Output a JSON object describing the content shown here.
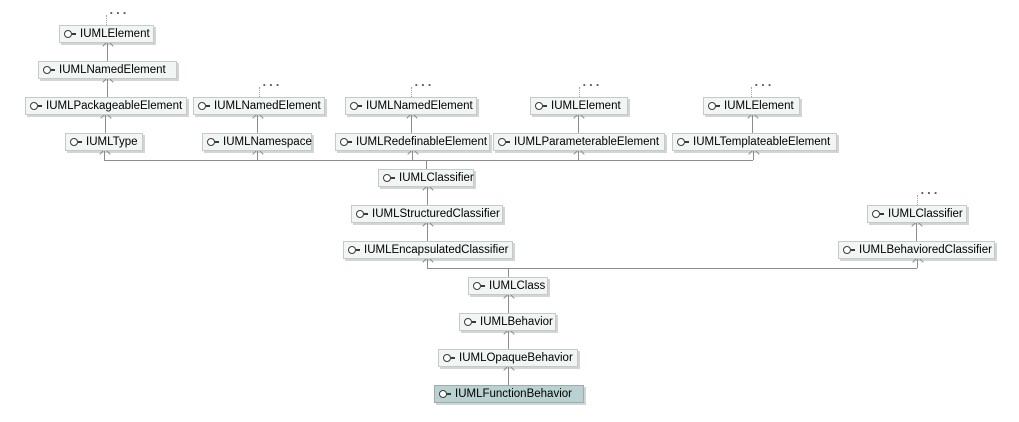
{
  "diagram": {
    "kind": "uml-interface-inheritance-hierarchy",
    "ellipsis": "...",
    "selected_node": "IUMLFunctionBehavior",
    "colors": {
      "background": "#ffffff",
      "node_fill": "#f1f6f5",
      "node_border": "#c4cac9",
      "selected_node_fill": "#b9d1d0",
      "selected_node_border": "#9badac",
      "connector": "#8c8c8c",
      "icon": "#3a3a3a",
      "text": "#000000"
    },
    "nodes": [
      {
        "id": "element-1",
        "label": "IUMLElement",
        "more_parents": true,
        "selected": false
      },
      {
        "id": "namedelement-1",
        "label": "IUMLNamedElement",
        "more_parents": false,
        "selected": false
      },
      {
        "id": "packageableelement",
        "label": "IUMLPackageableElement",
        "more_parents": false,
        "selected": false
      },
      {
        "id": "namedelement-2",
        "label": "IUMLNamedElement",
        "more_parents": true,
        "selected": false
      },
      {
        "id": "namedelement-3",
        "label": "IUMLNamedElement",
        "more_parents": true,
        "selected": false
      },
      {
        "id": "element-2",
        "label": "IUMLElement",
        "more_parents": true,
        "selected": false
      },
      {
        "id": "element-3",
        "label": "IUMLElement",
        "more_parents": true,
        "selected": false
      },
      {
        "id": "type",
        "label": "IUMLType",
        "more_parents": false,
        "selected": false
      },
      {
        "id": "namespace",
        "label": "IUMLNamespace",
        "more_parents": false,
        "selected": false
      },
      {
        "id": "redefinableelement",
        "label": "IUMLRedefinableElement",
        "more_parents": false,
        "selected": false
      },
      {
        "id": "parameterableelement",
        "label": "IUMLParameterableElement",
        "more_parents": false,
        "selected": false
      },
      {
        "id": "templateableelement",
        "label": "IUMLTemplateableElement",
        "more_parents": false,
        "selected": false
      },
      {
        "id": "classifier-1",
        "label": "IUMLClassifier",
        "more_parents": false,
        "selected": false
      },
      {
        "id": "structuredclassifier",
        "label": "IUMLStructuredClassifier",
        "more_parents": false,
        "selected": false
      },
      {
        "id": "classifier-2",
        "label": "IUMLClassifier",
        "more_parents": true,
        "selected": false
      },
      {
        "id": "encapsulatedclassifier",
        "label": "IUMLEncapsulatedClassifier",
        "more_parents": false,
        "selected": false
      },
      {
        "id": "behavioredclassifier",
        "label": "IUMLBehavioredClassifier",
        "more_parents": false,
        "selected": false
      },
      {
        "id": "class",
        "label": "IUMLClass",
        "more_parents": false,
        "selected": false
      },
      {
        "id": "behavior",
        "label": "IUMLBehavior",
        "more_parents": false,
        "selected": false
      },
      {
        "id": "opaquebehavior",
        "label": "IUMLOpaqueBehavior",
        "more_parents": false,
        "selected": false
      },
      {
        "id": "functionbehavior",
        "label": "IUMLFunctionBehavior",
        "more_parents": false,
        "selected": true
      }
    ],
    "edges": [
      {
        "child": "namedelement-1",
        "parent": "element-1"
      },
      {
        "child": "packageableelement",
        "parent": "namedelement-1"
      },
      {
        "child": "type",
        "parent": "packageableelement"
      },
      {
        "child": "namespace",
        "parent": "namedelement-2"
      },
      {
        "child": "redefinableelement",
        "parent": "namedelement-3"
      },
      {
        "child": "parameterableelement",
        "parent": "element-2"
      },
      {
        "child": "templateableelement",
        "parent": "element-3"
      },
      {
        "child": "classifier-1",
        "parent": "type"
      },
      {
        "child": "classifier-1",
        "parent": "namespace"
      },
      {
        "child": "classifier-1",
        "parent": "redefinableelement"
      },
      {
        "child": "classifier-1",
        "parent": "parameterableelement"
      },
      {
        "child": "classifier-1",
        "parent": "templateableelement"
      },
      {
        "child": "structuredclassifier",
        "parent": "classifier-1"
      },
      {
        "child": "encapsulatedclassifier",
        "parent": "structuredclassifier"
      },
      {
        "child": "behavioredclassifier",
        "parent": "classifier-2"
      },
      {
        "child": "class",
        "parent": "encapsulatedclassifier"
      },
      {
        "child": "class",
        "parent": "behavioredclassifier"
      },
      {
        "child": "behavior",
        "parent": "class"
      },
      {
        "child": "opaquebehavior",
        "parent": "behavior"
      },
      {
        "child": "functionbehavior",
        "parent": "opaquebehavior"
      }
    ]
  }
}
